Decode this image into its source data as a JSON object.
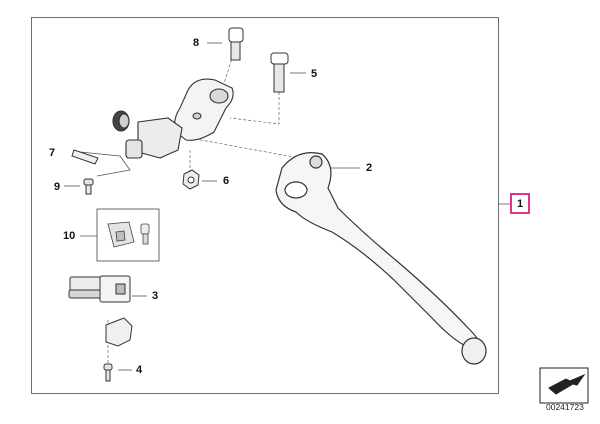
{
  "callouts": {
    "p1": "1",
    "p2": "2",
    "p3": "3",
    "p4": "4",
    "p5": "5",
    "p6": "6",
    "p7": "7",
    "p8": "8",
    "p9": "9",
    "p10": "10"
  },
  "diagram_code": "00241723",
  "icons": [
    "arrow-nav-icon"
  ],
  "colors": {
    "highlight": "#e0338a",
    "line": "#6e6e6e"
  }
}
